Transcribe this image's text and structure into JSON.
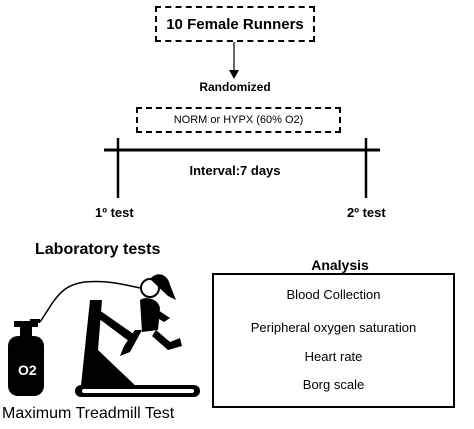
{
  "top_box": "10 Female Runners",
  "randomized_label": "Randomized",
  "condition_box": "NORM or HYPX (60% O2)",
  "interval_label": "Interval:7 days",
  "test1_label": "1º test",
  "test2_label": "2º test",
  "lab_title": "Laboratory tests",
  "analysis": {
    "title": "Analysis",
    "items": [
      "Blood Collection",
      "Peripheral oxygen saturation",
      "Heart rate",
      "Borg scale"
    ]
  },
  "o2_label": "O2",
  "treadmill_caption": "Maximum Treadmill  Test"
}
